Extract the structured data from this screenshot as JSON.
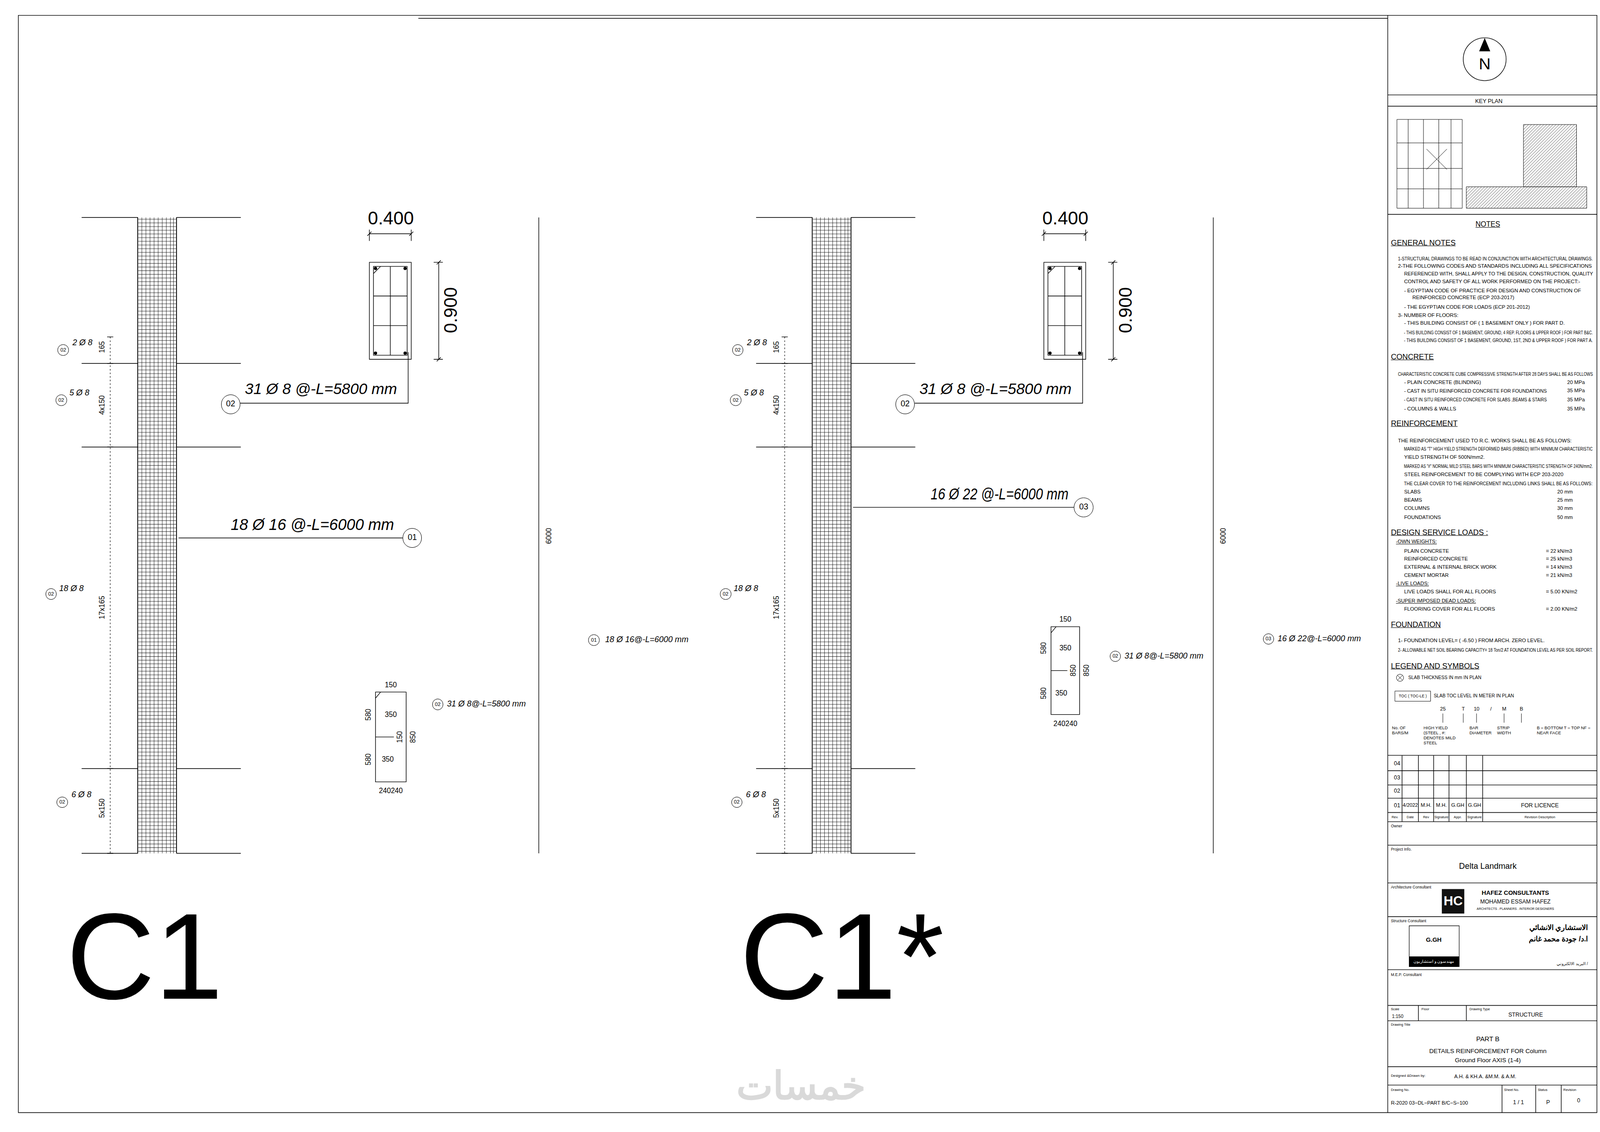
{
  "diagram": {
    "nodes": [
      {
        "text": [
          "02"
        ]
      },
      {
        "text": [
          "02"
        ]
      },
      {
        "text": [
          "02"
        ]
      },
      {
        "text": [
          "02"
        ]
      },
      {
        "text": [
          "01"
        ]
      },
      {
        "text": [
          "01"
        ]
      },
      {
        "text": [
          "02"
        ]
      },
      {
        "text": [
          "02"
        ]
      },
      {
        "text": [
          "02"
        ]
      },
      {
        "text": [
          "02"
        ]
      },
      {
        "text": [
          "02"
        ]
      },
      {
        "text": [
          "03"
        ]
      },
      {
        "text": [
          "02"
        ]
      },
      {
        "text": [
          "02"
        ]
      },
      {
        "text": [
          "03"
        ]
      },
      {
        "text": [
          "02"
        ]
      }
    ],
    "labels": [
      "2 Ø 8",
      "165",
      "5 Ø 8",
      "4x150",
      "18 Ø 8",
      "17x165",
      "6 Ø 8",
      "5x150",
      "18 Ø 16 @-L=6000 mm",
      "0.400",
      "0.900",
      "31 Ø 8 @-L=5800 mm",
      "6000",
      "18 Ø 16@-L=6000 mm",
      "150",
      "350",
      "150",
      "850",
      "350",
      "580",
      "580",
      "240240",
      "31 Ø 8@-L=5800 mm",
      "C1",
      "2 Ø 8",
      "165",
      "5 Ø 8",
      "4x150",
      "18 Ø 8",
      "17x165",
      "6 Ø 8",
      "5x150",
      "16 Ø 22 @-L=6000 mm",
      "0.400",
      "0.900",
      "31 Ø 8 @-L=5800 mm",
      "6000",
      "16 Ø 22@-L=6000 mm",
      "150",
      "350",
      "850",
      "350",
      "580",
      "580",
      "850",
      "240240",
      "31 Ø 8@-L=5800 mm",
      "C1*",
      "N",
      "KEY PLAN",
      "NOTES",
      "GENERAL NOTES",
      "1-STRUCTURAL DRAWINGS TO BE READ IN CONJUNCTION WITH ARCHITECTURAL DRAWINGS.",
      "2-THE FOLLOWING CODES AND STANDARDS INCLUDING ALL SPECIFICATIONS",
      "REFERENCED WITH, SHALL APPLY TO THE DESIGN, CONSTRUCTION, QUALITY",
      "CONTROL AND SAFETY OF ALL WORK PERFORMED ON THE PROJECT:-",
      "- EGYPTIAN CODE OF PRACTICE FOR DESIGN AND CONSTRUCTION OF",
      "REINFORCED CONCRETE (ECP 203-2017)",
      "- THE EGYPTIAN CODE FOR LOADS (ECP 201-2012)",
      "3- NUMBER OF FLOORS:",
      "- THIS BUILDING CONSIST OF ( 1 BASEMENT ONLY ) FOR PART D.",
      "- THIS BUILDING CONSIST OF 1 BASEMENT, GROUND, 4 REP. FLOORS & UPPER ROOF ) FOR PART B&C.",
      "- THIS BUILDING CONSIST OF 1 BASEMENT, GROUND, 1ST, 2ND & UPPER ROOF ) FOR PART A.",
      "CONCRETE",
      "CHARACTERISTIC CONCRETE CUBE COMPRESSIVE STRENGTH AFTER 28 DAYS SHALL BE AS FOLLOWS",
      "- PLAIN CONCRETE (BLINDING)",
      "20 MPa",
      "- CAST IN SITU REINFORCED CONCRETE FOR FOUNDATIONS",
      "35 MPa",
      "- CAST IN SITU REINFORCED CONCRETE FOR SLABS ,BEAMS & STAIRS",
      "35 MPa",
      "- COLUMNS & WALLS",
      "35 MPa",
      "REINFORCEMENT",
      "THE REINFORCEMENT USED TO R.C. WORKS SHALL BE AS FOLLOWS:",
      "MARKED AS \"T\" HIGH YIELD STRENGTH DEFORMED BARS (RIBBED) WITH MINIMUM CHARACTERISTIC",
      "YIELD STRENGTH OF 500N/mm2.",
      "MARKED AS \"#\" NORMAL MILD STEEL BARS WITH MINIMUM CHARACTERISTIC STRENGTH OF 240N/mm2.",
      "STEEL REINFORCEMENT TO BE COMPLYING WITH ECP 203-2020",
      "THE CLEAR COVER TO THE REINFORCEMENT INCLUDING LINKS SHALL BE AS FOLLOWS:",
      "SLABS",
      "20 mm",
      "BEAMS",
      "25 mm",
      "COLUMNS",
      "30 mm",
      "FOUNDATIONS",
      "50 mm",
      "DESIGN SERVICE LOADS :",
      "-OWN WEIGHTS:",
      "PLAIN CONCRETE",
      "= 22 kN/m3",
      "REINFORCED CONCRETE",
      "= 25 kN/m3",
      "EXTERNAL & INTERNAL  BRICK WORK",
      "= 14 kN/m3",
      "CEMENT MORTAR",
      "= 21 kN/m3",
      "-LIVE LOADS:",
      "LIVE LOADS SHALL FOR ALL FLOORS",
      "= 5.00 KN/m2",
      "-SUPER IMPOSED DEAD LOADS:",
      "FLOORING COVER FOR ALL FLOORS",
      "= 2.00 KN/m2",
      "FOUNDATION",
      "1- FOUNDATION LEVEL= ( -6.50 ) FROM ARCH. ZERO LEVEL.",
      "2- ALLOWABLE NET SOIL BEARING CAPACITY= 18 Ton/2 AT FOUNDATION LEVEL AS PER SOIL REPORT.",
      "LEGEND AND SYMBOLS",
      "SLAB THICKNESS IN mm IN PLAN",
      "TOC ( TOC-LE )",
      "SLAB TOC LEVEL IN METER IN PLAN",
      "25",
      "T",
      "10",
      "/",
      "M",
      "B",
      "No. OF BARS/M",
      "HIGH YIELD (STEEL , #: DENOTES MILD STEEL",
      "BAR DIAMETER",
      "STRIP WIDTH",
      "B = BOTTOM T = TOP NF = NEAR FACE",
      "04",
      "03",
      "02",
      "01",
      "4/2022",
      "M.H.",
      "M.H.",
      "G.GH",
      "G.GH",
      "FOR LICENCE",
      "Rev.",
      "Date",
      "Rev",
      "Signature",
      "Appr.",
      "Signature",
      "Revision Description",
      "Owner",
      "Project Info.",
      "Delta Landmark",
      "Architecture Consultant",
      "HC",
      "HAFEZ CONSULTANTS",
      "MOHAMED ESSAM HAFEZ",
      "ARCHITECTS . PLANNERS . INTERIOR DESIGNERS",
      "Structure Consultant",
      "الاستشاري الانشائي",
      "ا.د/ جودة محمد غانم",
      "البريد الالكتروني /",
      "G.GH",
      "مهندسون و استشاريون",
      "M.E.P. Consultant",
      "Scale",
      "1:150",
      "Floor",
      "Drawing Type",
      "STRUCTURE",
      "Drawing Title",
      "PART B",
      "DETAILS REINFORCEMENT FOR Column",
      "Ground Floor AXIS (1-4)",
      "Designed &Drawn by:",
      "A.H. & KH.A. &M.M. & A.M.",
      "Drawing No.",
      "R-2020 03−DL−PART B/C−S−100",
      "Sheet No.",
      "1 / 1",
      "Status",
      "P",
      "Revision",
      "0",
      "خمسات"
    ]
  }
}
